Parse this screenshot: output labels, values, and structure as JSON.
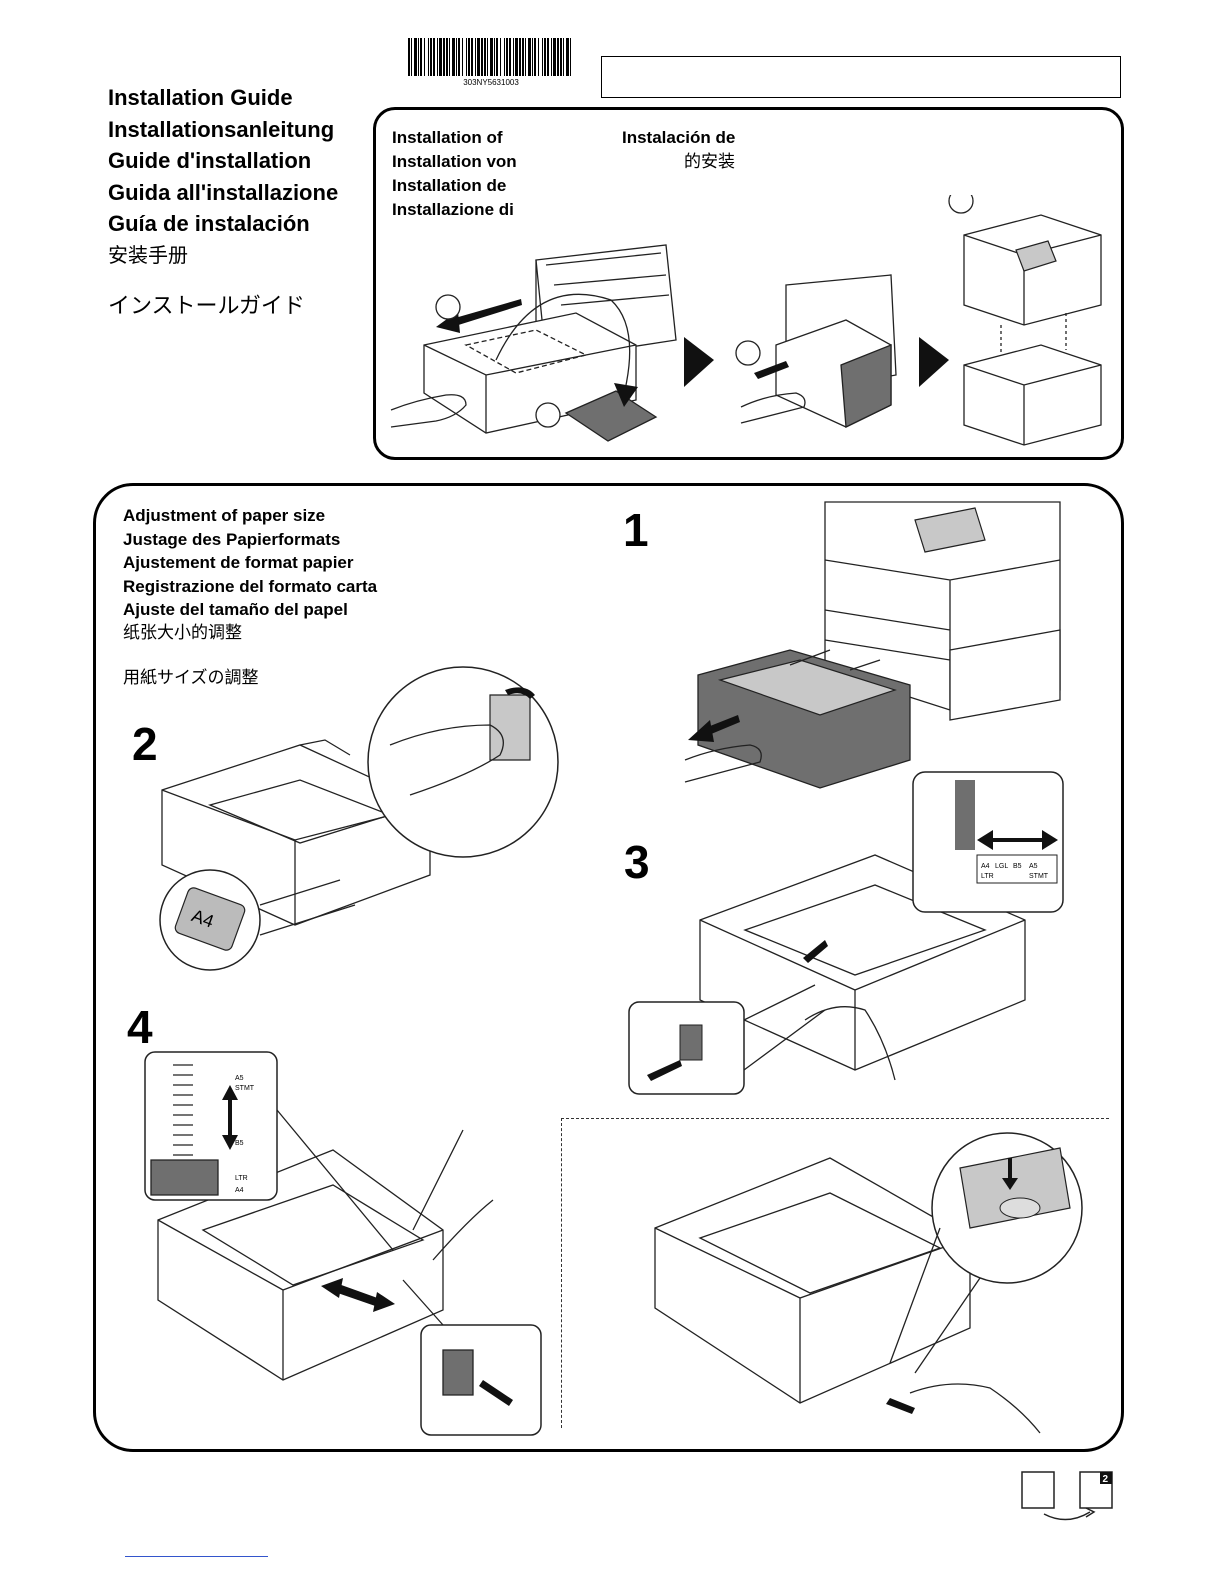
{
  "header": {
    "barcode_number": "303NY5631003",
    "titles": [
      "Installation Guide",
      "Installationsanleitung",
      "Guide d'installation",
      "Guida all'installazione",
      "Guía de instalación"
    ],
    "title_chinese": "安装手册",
    "title_japanese": "インストールガイド"
  },
  "installation_panel": {
    "left_lines": [
      "Installation of",
      "Installation von",
      "Installation de",
      "Installazione di"
    ],
    "right_lines": [
      "Instalación de",
      "的安装"
    ]
  },
  "adjustment_panel": {
    "lines": [
      "Adjustment of paper size",
      "Justage des Papierformats",
      "Ajustement de format papier",
      "Registrazione del formato carta",
      "Ajuste del tamaño del papel"
    ],
    "line_chinese": "纸张大小的调整",
    "line_japanese": "用紙サイズの調整",
    "steps": [
      "1",
      "2",
      "3",
      "4"
    ],
    "size_dial_label": "A4",
    "guide_labels_step3": [
      "A4",
      "LTR",
      "LGL",
      "B5",
      "A5",
      "STMT"
    ],
    "guide_labels_step4": [
      "A5",
      "STMT",
      "B5",
      "LTR",
      "A4"
    ]
  },
  "footer": {
    "page_number": "2"
  }
}
